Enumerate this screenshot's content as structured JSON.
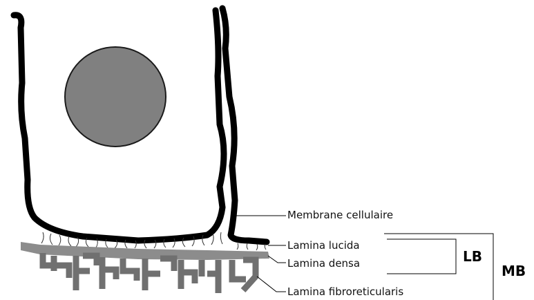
{
  "labels": {
    "membrane": "Membrane cellulaire",
    "lucida": "Lamina lucida",
    "densa": "Lamina densa",
    "fibro": "Lamina fibroreticularis",
    "lb": "LB",
    "mb": "MB"
  },
  "colors": {
    "membrane": "#000000",
    "nucleus_fill": "#808080",
    "nucleus_stroke": "#1a1a1a",
    "lamina_densa": "#8c8c8c",
    "fibers": "#707070",
    "anchoring": "#333333",
    "leader": "#000000"
  }
}
